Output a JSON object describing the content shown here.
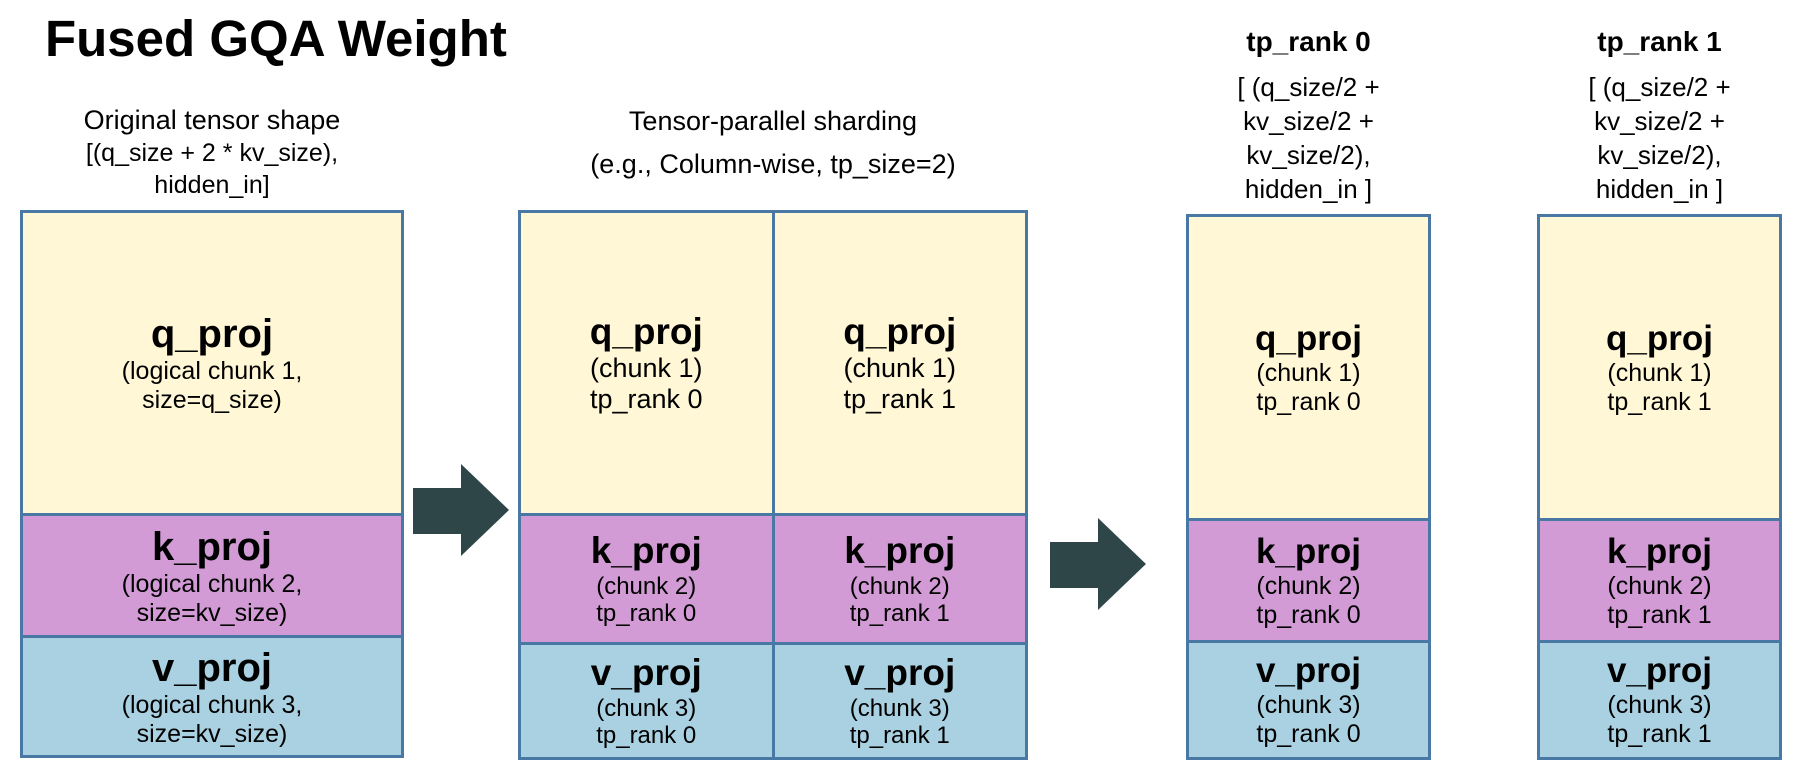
{
  "title": "Fused GQA Weight",
  "original": {
    "caption": [
      "Original tensor shape",
      "[(q_size + 2 * kv_size),",
      "hidden_in]"
    ],
    "segments": {
      "q": {
        "name": "q_proj",
        "sub": [
          "(logical chunk 1,",
          "size=q_size)"
        ]
      },
      "k": {
        "name": "k_proj",
        "sub": [
          "(logical chunk 2,",
          "size=kv_size)"
        ]
      },
      "v": {
        "name": "v_proj",
        "sub": [
          "(logical chunk 3,",
          "size=kv_size)"
        ]
      }
    }
  },
  "sharding": {
    "caption": [
      "Tensor-parallel sharding",
      "(e.g., Column-wise, tp_size=2)"
    ],
    "columns": [
      {
        "q": {
          "name": "q_proj",
          "sub": [
            "(chunk 1)",
            "tp_rank 0"
          ]
        },
        "k": {
          "name": "k_proj",
          "sub": [
            "(chunk 2)",
            "tp_rank 0"
          ]
        },
        "v": {
          "name": "v_proj",
          "sub": [
            "(chunk 3)",
            "tp_rank 0"
          ]
        }
      },
      {
        "q": {
          "name": "q_proj",
          "sub": [
            "(chunk 1)",
            "tp_rank 1"
          ]
        },
        "k": {
          "name": "k_proj",
          "sub": [
            "(chunk 2)",
            "tp_rank 1"
          ]
        },
        "v": {
          "name": "v_proj",
          "sub": [
            "(chunk 3)",
            "tp_rank 1"
          ]
        }
      }
    ]
  },
  "ranks": [
    {
      "title": "tp_rank 0",
      "shape": [
        "[ (q_size/2 +",
        "kv_size/2 +",
        "kv_size/2),",
        "hidden_in ]"
      ],
      "q": {
        "name": "q_proj",
        "sub": [
          "(chunk 1)",
          "tp_rank 0"
        ]
      },
      "k": {
        "name": "k_proj",
        "sub": [
          "(chunk 2)",
          "tp_rank 0"
        ]
      },
      "v": {
        "name": "v_proj",
        "sub": [
          "(chunk 3)",
          "tp_rank 0"
        ]
      }
    },
    {
      "title": "tp_rank 1",
      "shape": [
        "[ (q_size/2 +",
        "kv_size/2 +",
        "kv_size/2),",
        "hidden_in ]"
      ],
      "q": {
        "name": "q_proj",
        "sub": [
          "(chunk 1)",
          "tp_rank 1"
        ]
      },
      "k": {
        "name": "k_proj",
        "sub": [
          "(chunk 2)",
          "tp_rank 1"
        ]
      },
      "v": {
        "name": "v_proj",
        "sub": [
          "(chunk 3)",
          "tp_rank 1"
        ]
      }
    }
  ],
  "colors": {
    "q_fill": "#fff7d6",
    "k_fill": "#d29bd5",
    "v_fill": "#aad1e1",
    "border": "#4a78a4",
    "arrow": "#2f4649"
  }
}
